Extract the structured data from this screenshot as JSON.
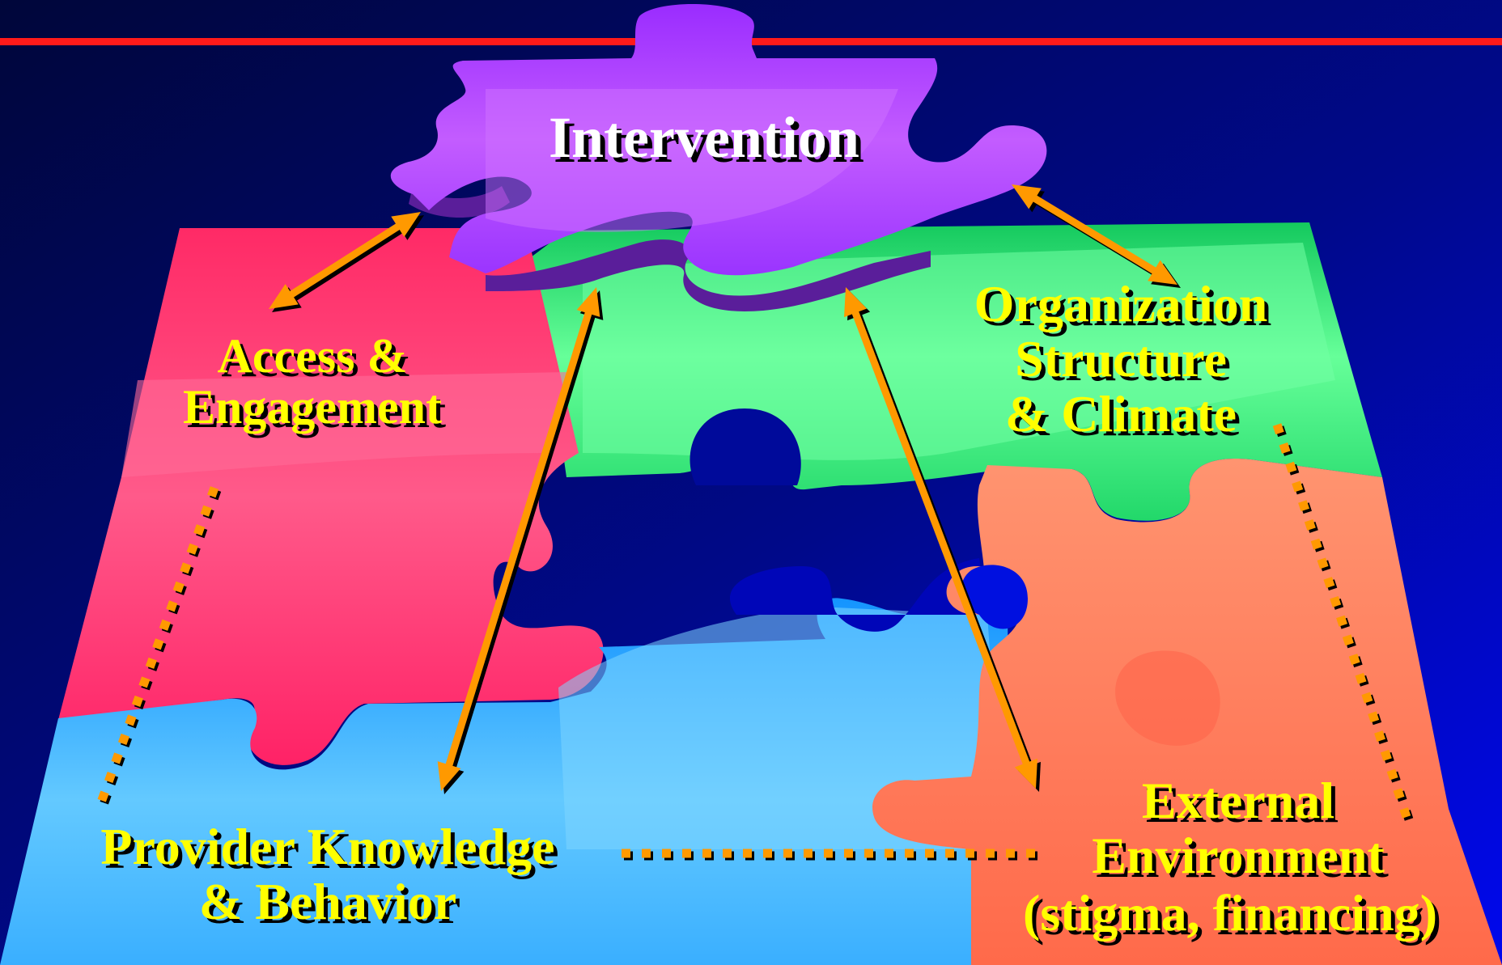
{
  "title": "",
  "nodes": {
    "intervention": "Intervention",
    "access": [
      "Access &",
      "Engagement"
    ],
    "organization": [
      "Organization",
      "Structure",
      "& Climate"
    ],
    "provider": [
      "Provider Knowledge",
      "& Behavior"
    ],
    "external": [
      "External",
      "Environment",
      "(stigma, financing)"
    ]
  },
  "connections": [
    {
      "from": "intervention",
      "to": "access",
      "style": "solid-double-arrow"
    },
    {
      "from": "intervention",
      "to": "organization",
      "style": "solid-double-arrow"
    },
    {
      "from": "intervention",
      "to": "provider",
      "style": "solid-double-arrow"
    },
    {
      "from": "intervention",
      "to": "external",
      "style": "solid-double-arrow"
    },
    {
      "from": "access",
      "to": "provider",
      "style": "dotted"
    },
    {
      "from": "organization",
      "to": "external",
      "style": "dotted"
    },
    {
      "from": "provider",
      "to": "external",
      "style": "dotted"
    }
  ],
  "colors": {
    "background_top": "#00063a",
    "background_bottom": "#0008ee",
    "title_rule": "#ff1a1a",
    "intervention_piece": "#b85cff",
    "access_piece": "#ff4f86",
    "organization_piece": "#3ff088",
    "provider_piece": "#4fc3ff",
    "external_piece": "#ff8a5c",
    "label_text": "#ffff00",
    "intervention_text": "#ffffff",
    "arrow": "#ff9900"
  }
}
